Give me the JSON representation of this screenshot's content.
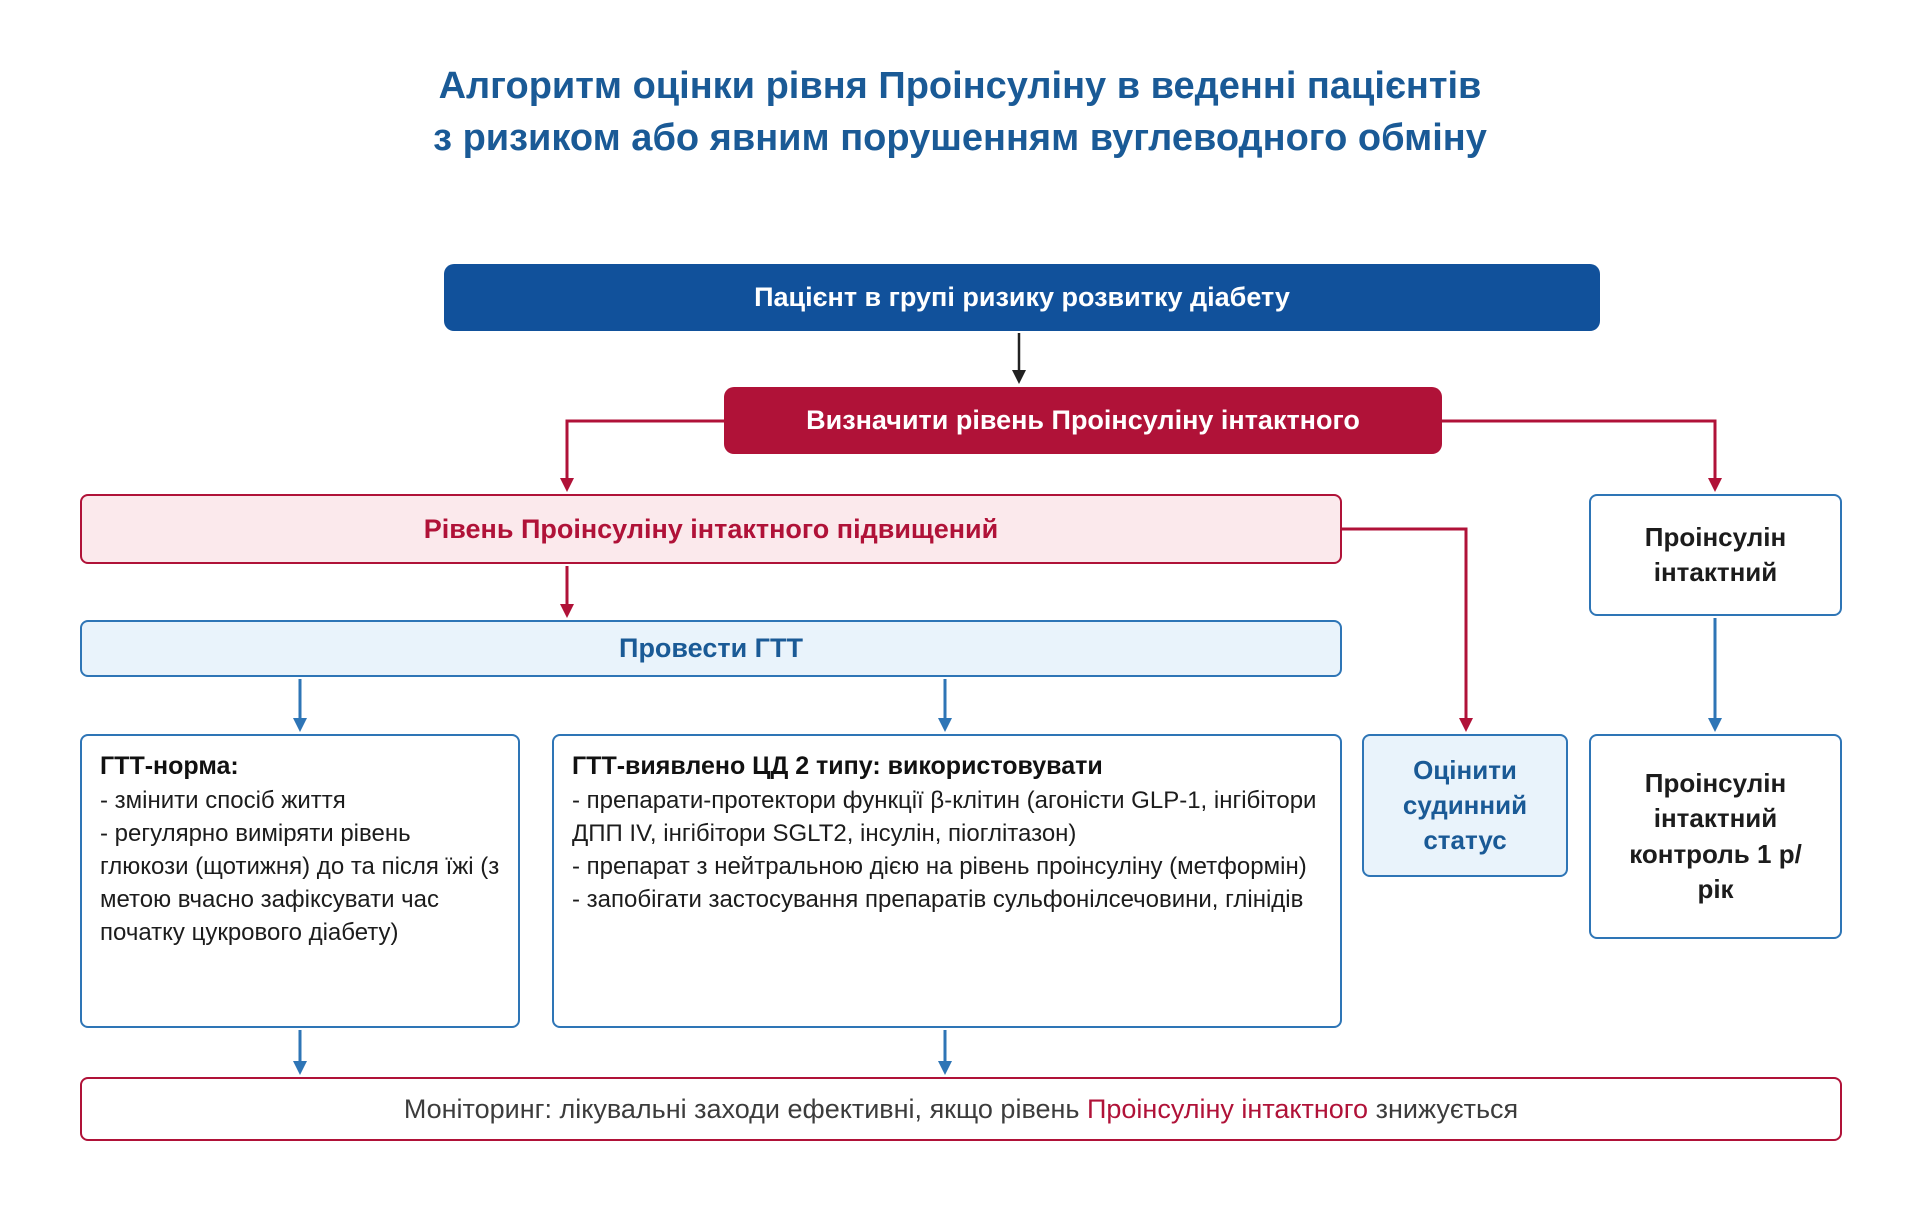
{
  "title": {
    "line1": "Алгоритм оцінки рівня Проінсуліну в веденні пацієнтів",
    "line2": "з ризиком або явним порушенням вуглеводного обміну"
  },
  "boxes": {
    "risk_group": {
      "label": "Пацієнт в групі ризику розвитку діабету"
    },
    "determine": {
      "label": "Визначити рівень Проінсуліну інтактного"
    },
    "elevated": {
      "label": "Рівень Проінсуліну інтактного підвищений"
    },
    "gtt": {
      "label": "Провести ГТТ"
    },
    "gtt_norm": {
      "title": "ГТТ-норма:",
      "items": [
        "- змінити спосіб життя",
        "- регулярно виміряти рівень глюкози (щотижня) до та після їжі (з метою вчасно зафіксувати час початку цукрового діабету)"
      ]
    },
    "gtt_t2d": {
      "title": "ГТТ-виявлено ЦД 2 типу: використовувати",
      "items": [
        "- препарати-протектори функції β-клітин (агоністи GLP-1, інгібітори ДПП IV, інгібітори  SGLT2, інсулін, піоглітазон)",
        "- препарат з нейтральною дією на рівень проінсуліну (метформін)",
        "- запобігати застосування препаратів сульфонілсечовини, глінідів"
      ]
    },
    "vascular": {
      "label": "Оцінити судинний статус"
    },
    "intact": {
      "label": "Проінсулін інтактний"
    },
    "control": {
      "label": "Проінсулін інтактний контроль 1 р/рік"
    },
    "monitoring": {
      "prefix": "Моніторинг: лікувальні заходи ефективні, якщо рівень ",
      "highlight": "Проінсуліну інтактного",
      "suffix": " знижується"
    }
  },
  "colors": {
    "title_blue": "#1a5a96",
    "dark_blue_fill": "#11519b",
    "red_accent": "#b01238",
    "pink_fill": "#fbe9ec",
    "light_blue_fill": "#e9f3fb",
    "blue_border": "#2e75b6",
    "body_text": "#1c1c1c"
  }
}
